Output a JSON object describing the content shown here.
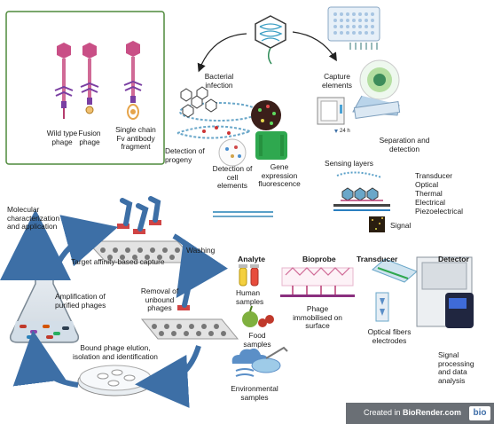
{
  "phage_panel": {
    "wild_type": "Wild type phage",
    "fusion": "Fusion phage",
    "scfv": "Single chain Fv antibody fragment"
  },
  "top_labels": {
    "bacterial_infection": "Bacterial infection",
    "capture_elements": "Capture elements",
    "time": "24 h",
    "separation": "Separation and detection",
    "sensing_layers": "Sensing layers",
    "transducer_types": [
      "Transducer",
      "Optical",
      "Thermal",
      "Electrical",
      "Piezoelectrical"
    ],
    "signal": "Signal",
    "detection_progeny": "Detection of progeny",
    "detection_cell": "Detection of cell elements",
    "gene_expression": "Gene expression fluorescence"
  },
  "cycle": {
    "molecular": "Molecular characterization and application",
    "target_capture": "Target affinity-based capture",
    "washing": "Washing",
    "removal": "Removal of unbound phages",
    "amplification": "Amplification of purified phages",
    "elution": "Bound phage elution, isolation and identification"
  },
  "pipeline": {
    "analyte": "Analyte",
    "bioprobe": "Bioprobe",
    "transducer": "Transducer",
    "detector": "Detector",
    "human": "Human samples",
    "food": "Food samples",
    "environmental": "Environmental samples",
    "phage_immob": "Phage immobilised on surface",
    "optical_fibers": "Optical fibers electrodes",
    "signal_processing": "Signal processing and data analysis"
  },
  "footer": {
    "created_prefix": "Created in ",
    "brand": "BioRender.com",
    "logo": "bio"
  },
  "colors": {
    "panel_border": "#4f8a3c",
    "phage_purple": "#8a2f7e",
    "phage_pink": "#d34f77",
    "cycle_arrow": "#3d6fa6",
    "footer_bg": "#6a6f75"
  }
}
